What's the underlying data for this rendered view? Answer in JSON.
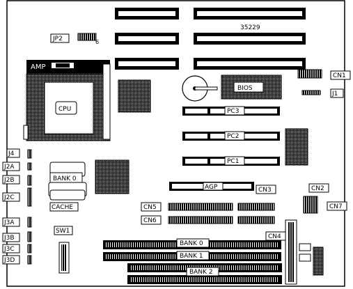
{
  "board_number": "35229",
  "cpu": {
    "socket_brand": "AMP",
    "label": "CPU"
  },
  "bios_label": "BIOS",
  "cache_label": "CACHE",
  "bank_0_upper_label": "BANK 0",
  "pci": {
    "pc3": "PC3",
    "pc2": "PC2",
    "pc1": "PC1"
  },
  "agp_label": "AGP",
  "dimm": {
    "bank0": "BANK 0",
    "bank1": "BANK 1",
    "bank2": "BANK 2"
  },
  "jumpers": {
    "jp2": "JP2",
    "jp2_pin": "6",
    "j1": "J1",
    "j4": "J4",
    "j2a": "J2A",
    "j2b": "J2B",
    "j2c": "J2C",
    "j3a": "J3A",
    "j3b": "J3B",
    "j3c": "J3C",
    "j3d": "J3D",
    "sw1": "SW1"
  },
  "connectors": {
    "cn1": "CN1",
    "cn2": "CN2",
    "cn3": "CN3",
    "cn4": "CN4",
    "cn5": "CN5",
    "cn6": "CN6",
    "cn7": "CN7"
  }
}
